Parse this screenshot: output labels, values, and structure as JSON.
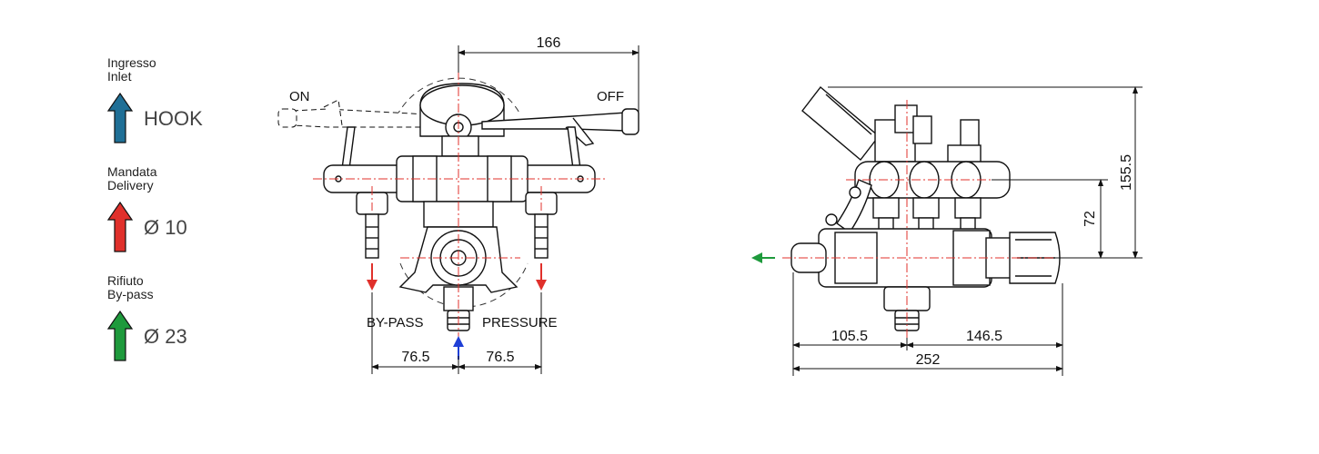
{
  "legend": [
    {
      "label_it": "Ingresso",
      "label_en": "Inlet",
      "value": "HOOK",
      "color": "#1f6f96"
    },
    {
      "label_it": "Mandata",
      "label_en": "Delivery",
      "value": "Ø 10",
      "color": "#e0302b"
    },
    {
      "label_it": "Rifiuto",
      "label_en": "By-pass",
      "value": "Ø 23",
      "color": "#1e9a3c"
    }
  ],
  "front_view": {
    "on": "ON",
    "off": "OFF",
    "bypass": "BY-PASS",
    "pressure": "PRESSURE",
    "dim_top": "166",
    "dim_left": "76.5",
    "dim_right": "76.5"
  },
  "side_view": {
    "dim_height": "155.5",
    "dim_axis": "72",
    "dim_left": "105.5",
    "dim_right": "146.5",
    "dim_total": "252"
  },
  "colors": {
    "centerline": "#e0302b",
    "flow_out": "#e0302b",
    "flow_in": "#1f3fd6",
    "bypass_out": "#1e9a3c",
    "line": "#111111"
  }
}
